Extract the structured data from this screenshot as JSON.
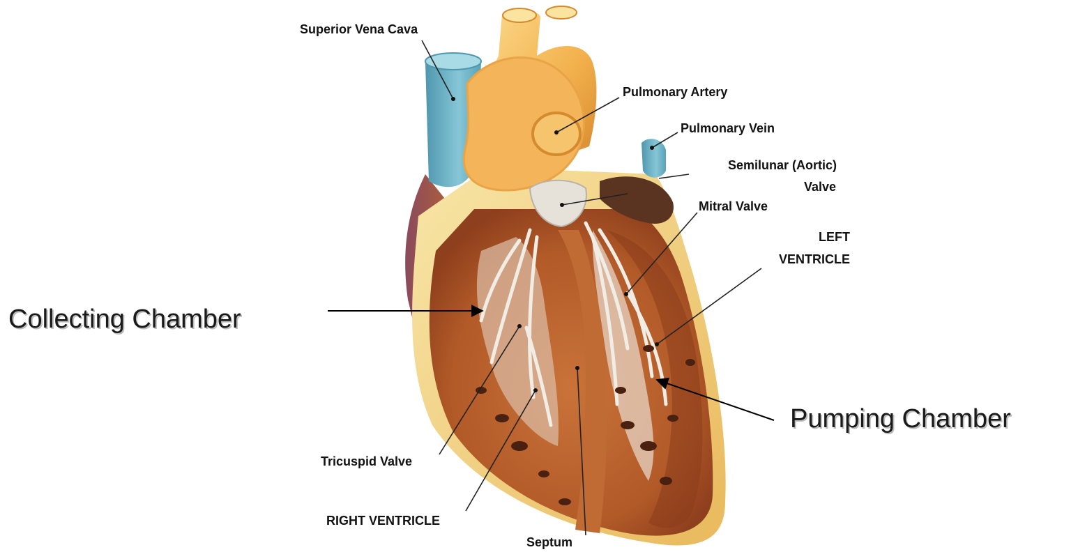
{
  "labels": {
    "superior_vena_cava": "Superior Vena Cava",
    "pulmonary_artery": "Pulmonary Artery",
    "pulmonary_vein": "Pulmonary Vein",
    "semilunar_valve_line1": "Semilunar (Aortic)",
    "semilunar_valve_line2": "Valve",
    "mitral_valve": "Mitral Valve",
    "left_ventricle_line1": "LEFT",
    "left_ventricle_line2": "VENTRICLE",
    "tricuspid_valve": "Tricuspid Valve",
    "right_ventricle": "RIGHT VENTRICLE",
    "septum": "Septum"
  },
  "callouts": {
    "collecting_chamber": "Collecting Chamber",
    "pumping_chamber": "Pumping Chamber"
  },
  "colors": {
    "muscle": "#b8602c",
    "muscle_dark": "#8a3d1c",
    "fat": "#f0c86a",
    "fat_light": "#f7e2a0",
    "vein_blue": "#6fb4c8",
    "valve": "#e8e4dc",
    "atrium_purple": "#9a5a6a"
  }
}
